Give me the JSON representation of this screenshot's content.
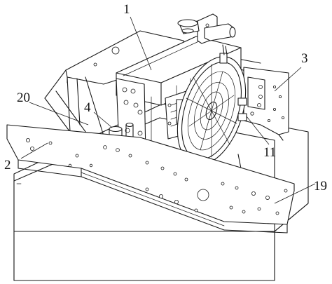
{
  "figure": {
    "callouts": [
      {
        "id": "c1",
        "label": "1"
      },
      {
        "id": "c2",
        "label": "2"
      },
      {
        "id": "c3",
        "label": "3"
      },
      {
        "id": "c4",
        "label": "4"
      },
      {
        "id": "c11",
        "label": "11"
      },
      {
        "id": "c19",
        "label": "19"
      },
      {
        "id": "c20",
        "label": "20"
      }
    ]
  }
}
